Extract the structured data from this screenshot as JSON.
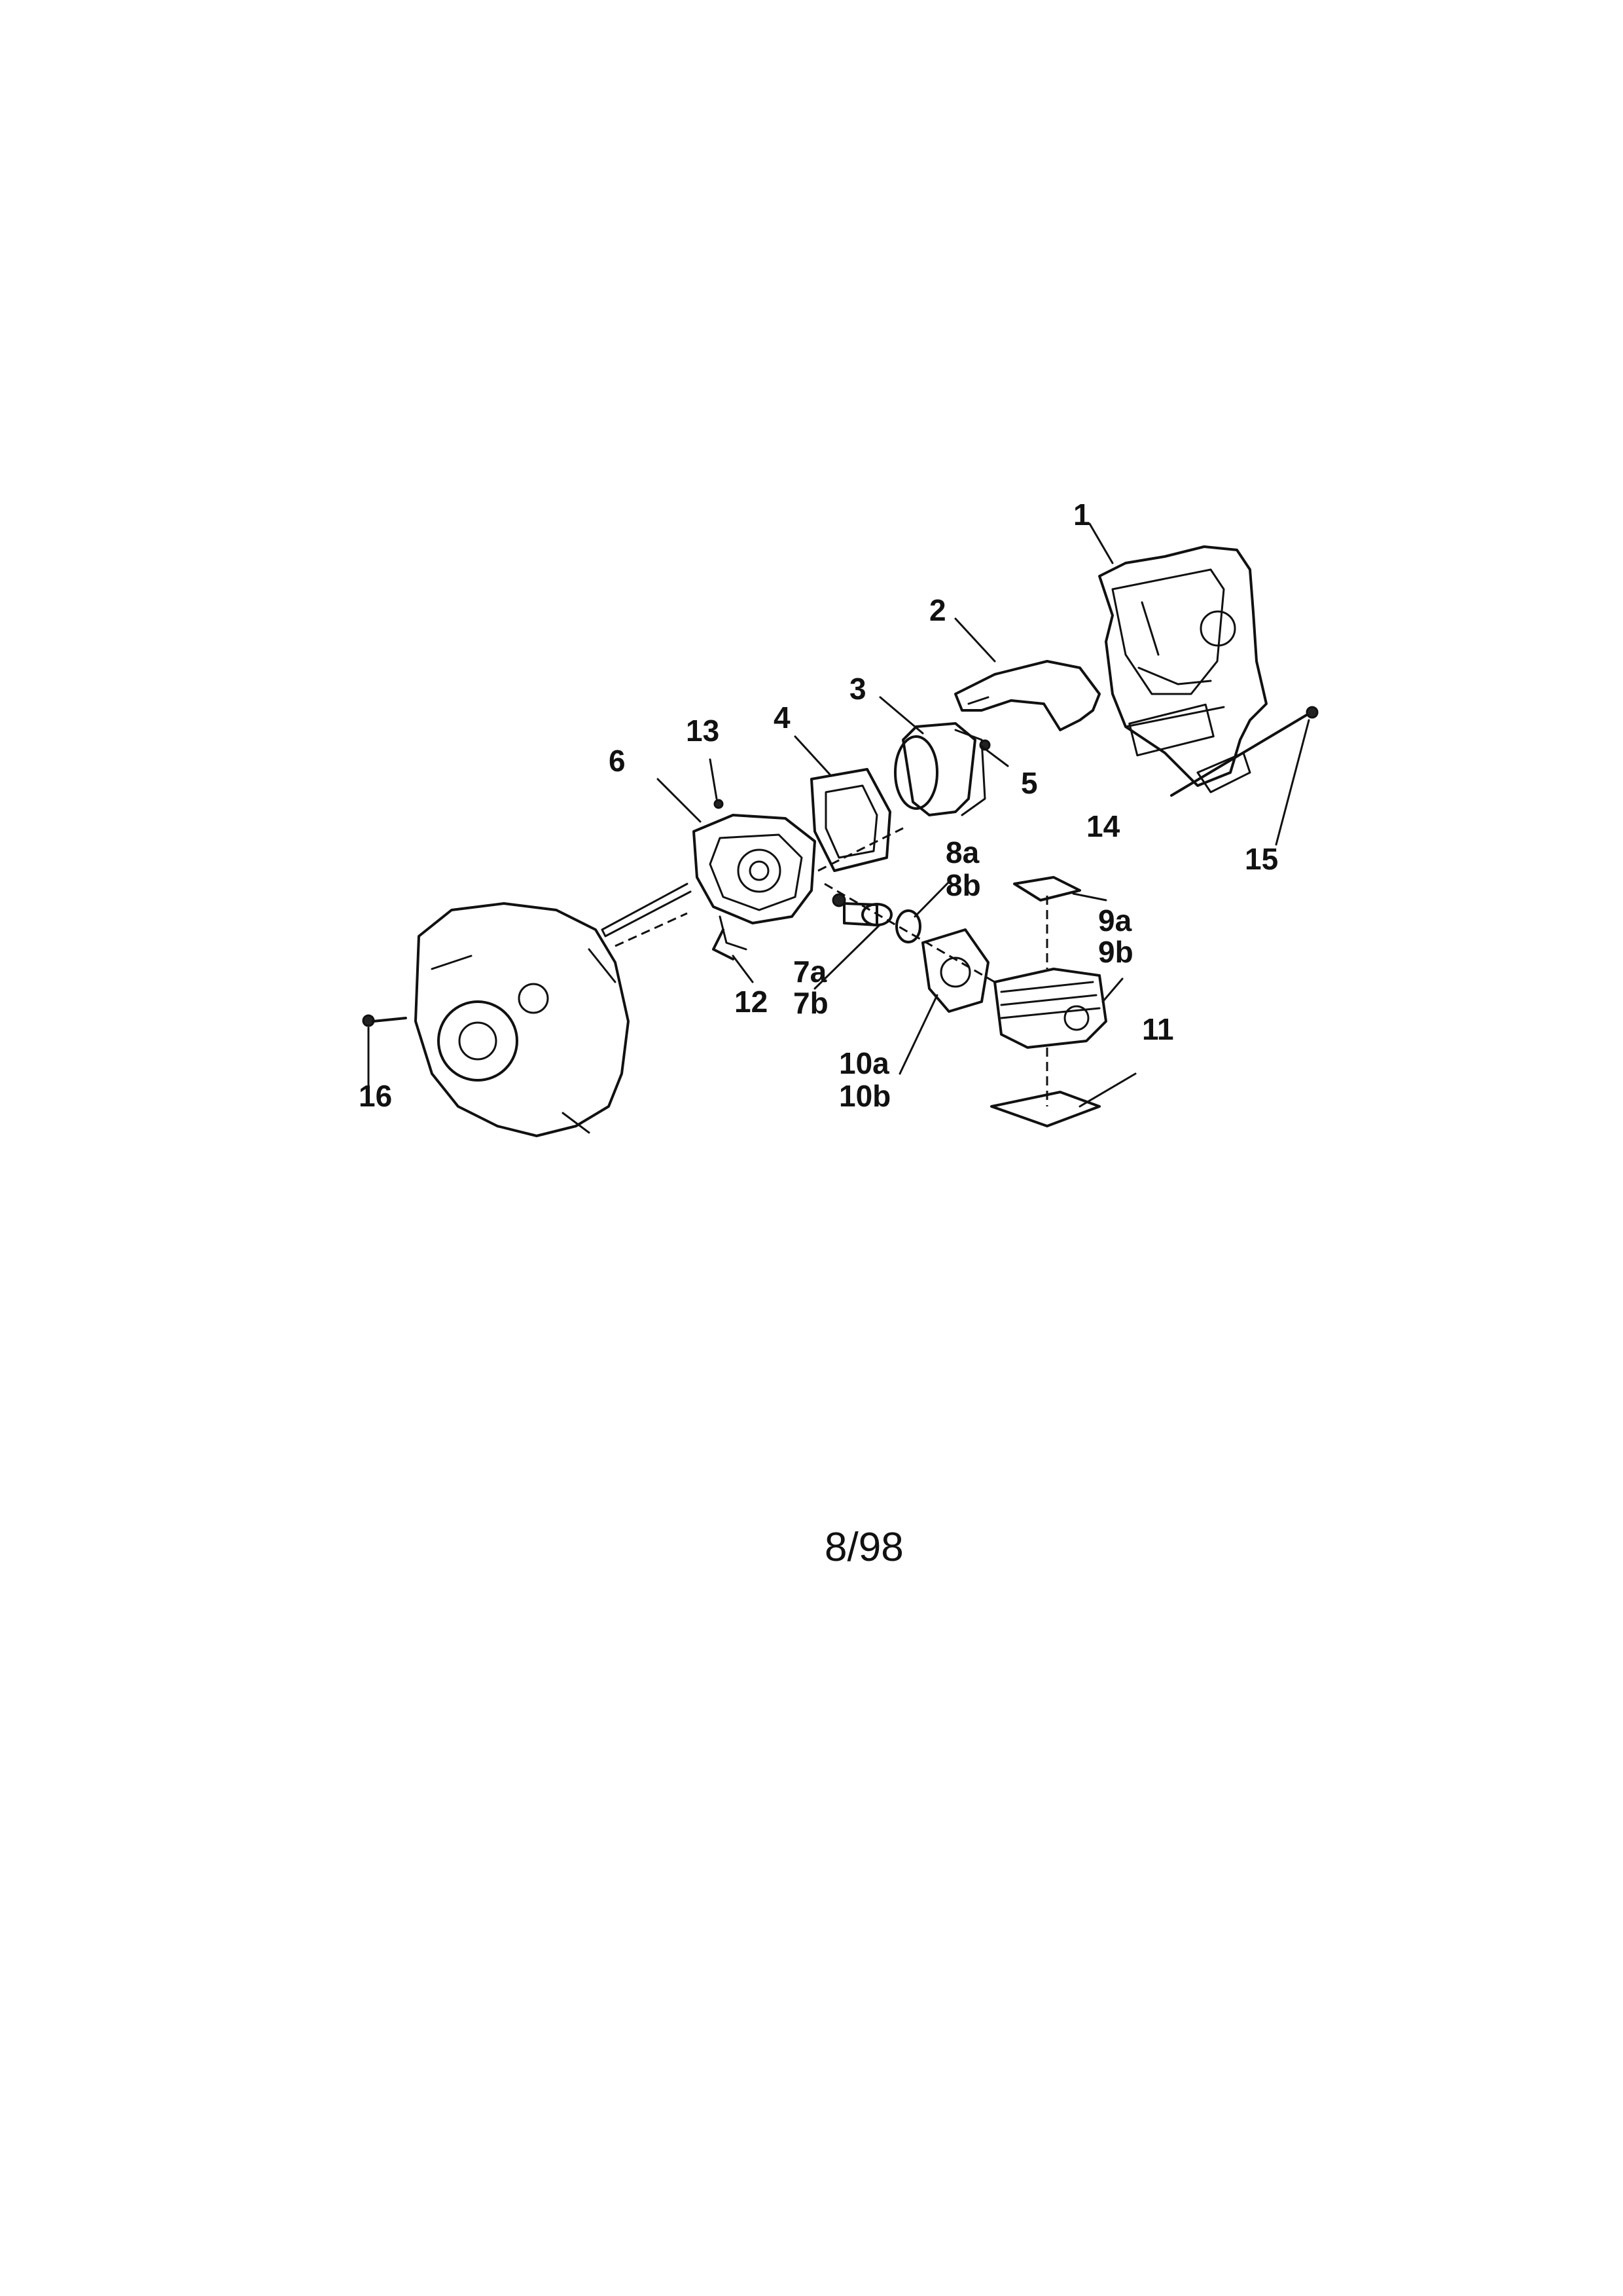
{
  "callouts": {
    "c1": "1",
    "c2": "2",
    "c3": "3",
    "c4": "4",
    "c5": "5",
    "c6": "6",
    "c7a": "7a",
    "c7b": "7b",
    "c8a": "8a",
    "c8b": "8b",
    "c9a": "9a",
    "c9b": "9b",
    "c10a": "10a",
    "c10b": "10b",
    "c11": "11",
    "c12": "12",
    "c13": "13",
    "c14": "14",
    "c15": "15",
    "c16": "16"
  },
  "footer": {
    "date": "8/98"
  }
}
